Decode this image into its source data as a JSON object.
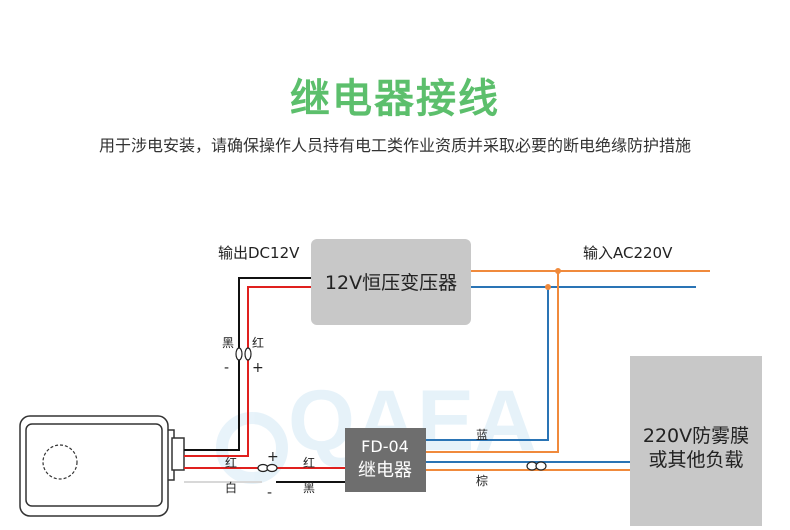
{
  "title": "继电器接线",
  "subtitle": "用于涉电安装，请确保操作人员持有电工类作业资质并采取必要的断电绝缘防护措施",
  "transformer": {
    "label": "12V恒压变压器"
  },
  "relay": {
    "model": "FD-04",
    "name": "继电器"
  },
  "load": {
    "line1": "220V防雾膜",
    "line2": "或其他负载"
  },
  "labels": {
    "output_dc": "输出DC12V",
    "input_ac": "输入AC220V",
    "black_top": "黑",
    "red_top": "红",
    "minus_top": "-",
    "plus_top": "+",
    "red_bottom_left": "红",
    "white_bottom_left": "白",
    "plus_bottom": "+",
    "minus_bottom": "-",
    "red_bottom_right": "红",
    "black_bottom_right": "黑",
    "blue": "蓝",
    "brown": "棕"
  },
  "watermark": "QAEA",
  "colors": {
    "title_green": "#5cbf6c",
    "box_gray": "#c8c8c8",
    "relay_dark": "#6e6e6e",
    "wire_black": "#111111",
    "wire_red": "#e0201e",
    "wire_orange": "#f08a3c",
    "wire_blue": "#2a74b5"
  }
}
